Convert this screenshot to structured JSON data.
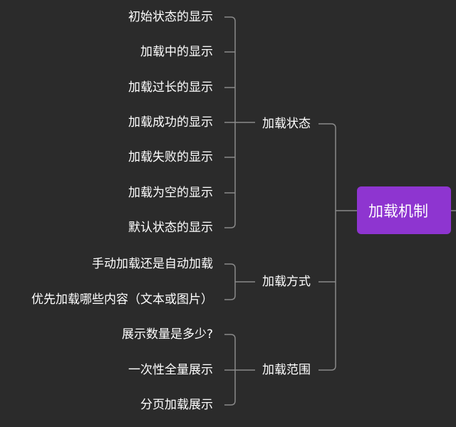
{
  "mindmap": {
    "root": {
      "label": "加载机制",
      "color": "#8e35d0"
    },
    "line_color": "#8a8a8a",
    "background": "#2b2b2b",
    "branches": [
      {
        "label": "加载状态",
        "children": [
          "初始状态的显示",
          "加载中的显示",
          "加载过长的显示",
          "加载成功的显示",
          "加载失败的显示",
          "加载为空的显示",
          "默认状态的显示"
        ]
      },
      {
        "label": "加载方式",
        "children": [
          "手动加载还是自动加载",
          "优先加载哪些内容（文本或图片）"
        ]
      },
      {
        "label": "加载范围",
        "children": [
          "展示数量是多少?",
          "一次性全量展示",
          "分页加载展示"
        ]
      }
    ]
  }
}
